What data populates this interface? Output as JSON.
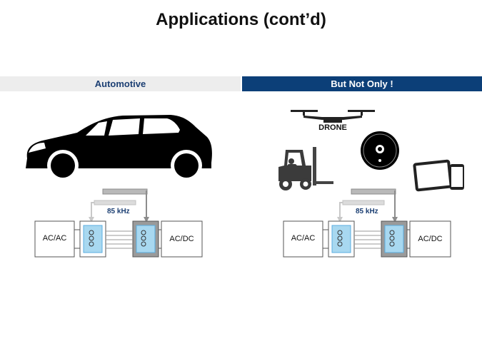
{
  "slide": {
    "title": "Applications (cont’d)"
  },
  "columns": {
    "left": {
      "header": "Automotive"
    },
    "right": {
      "header": "But Not Only !"
    }
  },
  "drone": {
    "label": "DRONE"
  },
  "diagram_left": {
    "frequency": "85 kHz",
    "box_left": "AC/AC",
    "box_right": "AC/DC"
  },
  "diagram_right": {
    "frequency": "85 kHz",
    "box_left": "AC/AC",
    "box_right": "AC/DC"
  }
}
